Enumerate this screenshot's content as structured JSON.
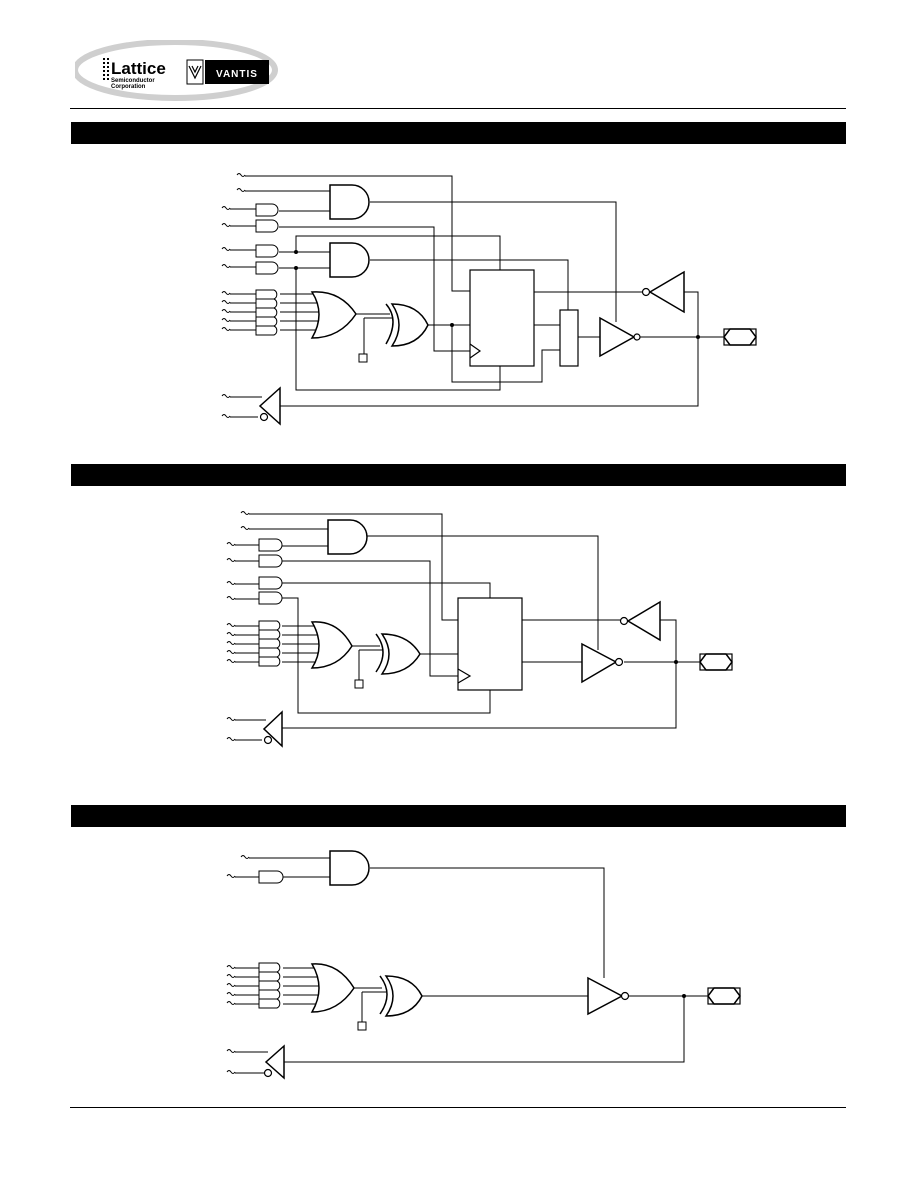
{
  "header": {
    "logo_primary": "Lattice",
    "logo_sub_line1": "Semiconductor",
    "logo_sub_line2": "Corporation",
    "logo_secondary": "VANTIS"
  },
  "sections": [
    {
      "id": "registered-with-feedback",
      "label": ""
    },
    {
      "id": "registered",
      "label": ""
    },
    {
      "id": "combinatorial",
      "label": ""
    }
  ],
  "colors": {
    "ink": "#000000",
    "background": "#ffffff",
    "logo_swoosh": "#cfcfcf"
  }
}
